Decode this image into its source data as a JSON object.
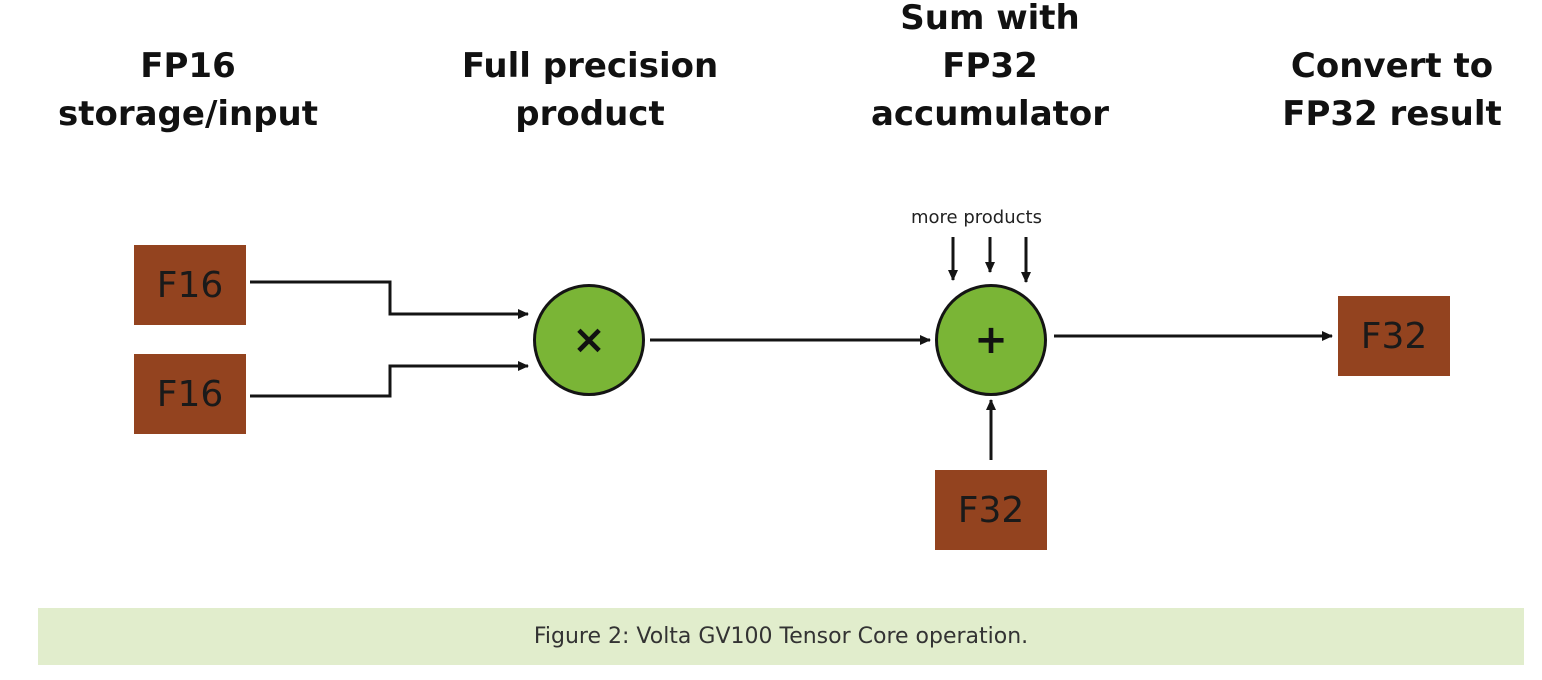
{
  "stages": [
    {
      "lines": [
        "FP16",
        "storage/input"
      ]
    },
    {
      "lines": [
        "Full precision",
        "product"
      ]
    },
    {
      "lines": [
        "Sum with",
        "FP32",
        "accumulator"
      ]
    },
    {
      "lines": [
        "Convert to",
        "FP32 result"
      ]
    }
  ],
  "registers": {
    "input_a": "F16",
    "input_b": "F16",
    "accumulator_in": "F32",
    "result": "F32"
  },
  "operators": {
    "multiply": "×",
    "add": "+"
  },
  "more_products_label": "more products",
  "caption": "Figure 2: Volta GV100 Tensor Core operation.",
  "colors": {
    "register_fill": "#93431f",
    "operator_fill": "#7ab536",
    "caption_background": "#e1edcc",
    "line": "#141414"
  }
}
